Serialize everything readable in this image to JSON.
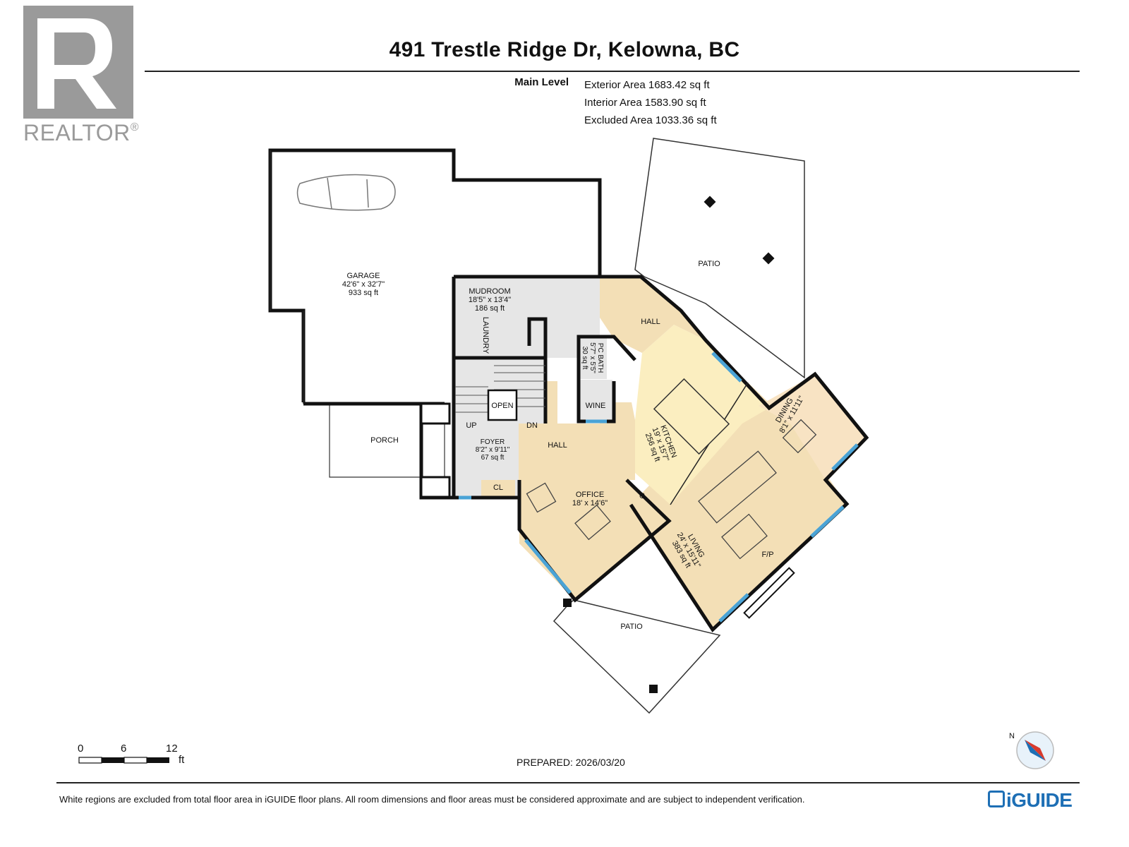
{
  "header": {
    "title": "491 Trestle Ridge Dr, Kelowna, BC",
    "logo_text": "REALTOR",
    "logo_mark": "®"
  },
  "areas": {
    "level": "Main Level",
    "exterior": "Exterior Area 1683.42 sq ft",
    "interior": "Interior Area 1583.90 sq ft",
    "excluded": "Excluded Area 1033.36 sq ft"
  },
  "rooms": {
    "garage": {
      "name": "GARAGE",
      "dims": "42'6\" x 32'7\"",
      "area": "933 sq ft"
    },
    "mudroom": {
      "name": "MUDROOM",
      "dims": "18'5\" x 13'4\"",
      "area": "186 sq ft"
    },
    "laundry": "LAUNDRY",
    "hall_upper": "HALL",
    "pc_bath": {
      "name": "PC BATH",
      "dims": "5'7\" x 5'5\"",
      "area": "30 sq ft"
    },
    "wine": "WINE",
    "open": "OPEN",
    "up": "UP",
    "dn": "DN",
    "foyer": {
      "name": "FOYER",
      "dims": "8'2\" x 9'11\"",
      "area": "67 sq ft"
    },
    "hall_main": "HALL",
    "porch": "PORCH",
    "cl": "CL",
    "c": "C",
    "office": {
      "name": "OFFICE",
      "dims": "18' x 14'6\""
    },
    "kitchen": {
      "name": "KITCHEN",
      "dims": "19' x 15'7\"",
      "area": "256 sq ft"
    },
    "dining": {
      "name": "DINING",
      "dims": "8'1\" x 11'11\""
    },
    "living": {
      "name": "LIVING",
      "dims": "24' x 15'11\"",
      "area": "383 sq ft"
    },
    "fp": "F/P",
    "patio_upper": "PATIO",
    "patio_lower": "PATIO"
  },
  "scale": {
    "ticks": [
      "0",
      "6",
      "12"
    ],
    "unit": "ft"
  },
  "compass": {
    "label": "N"
  },
  "footer": {
    "prepared": "PREPARED: 2026/03/20",
    "disclaimer": "White regions are excluded from total floor area in iGUIDE floor plans. All room dimensions and floor areas must be considered approximate and are subject to independent verification.",
    "brand": "iGUIDE"
  },
  "colors": {
    "living_tan": "#f3dfb6",
    "kitchen_yellow": "#fbeec0",
    "dining_peach": "#f8e3c3",
    "utility_gray": "#e6e6e6",
    "window_blue": "#4aa3d6",
    "wall": "#111111",
    "brand_blue": "#1e6fb5",
    "logo_gray": "#9a9a9a"
  }
}
